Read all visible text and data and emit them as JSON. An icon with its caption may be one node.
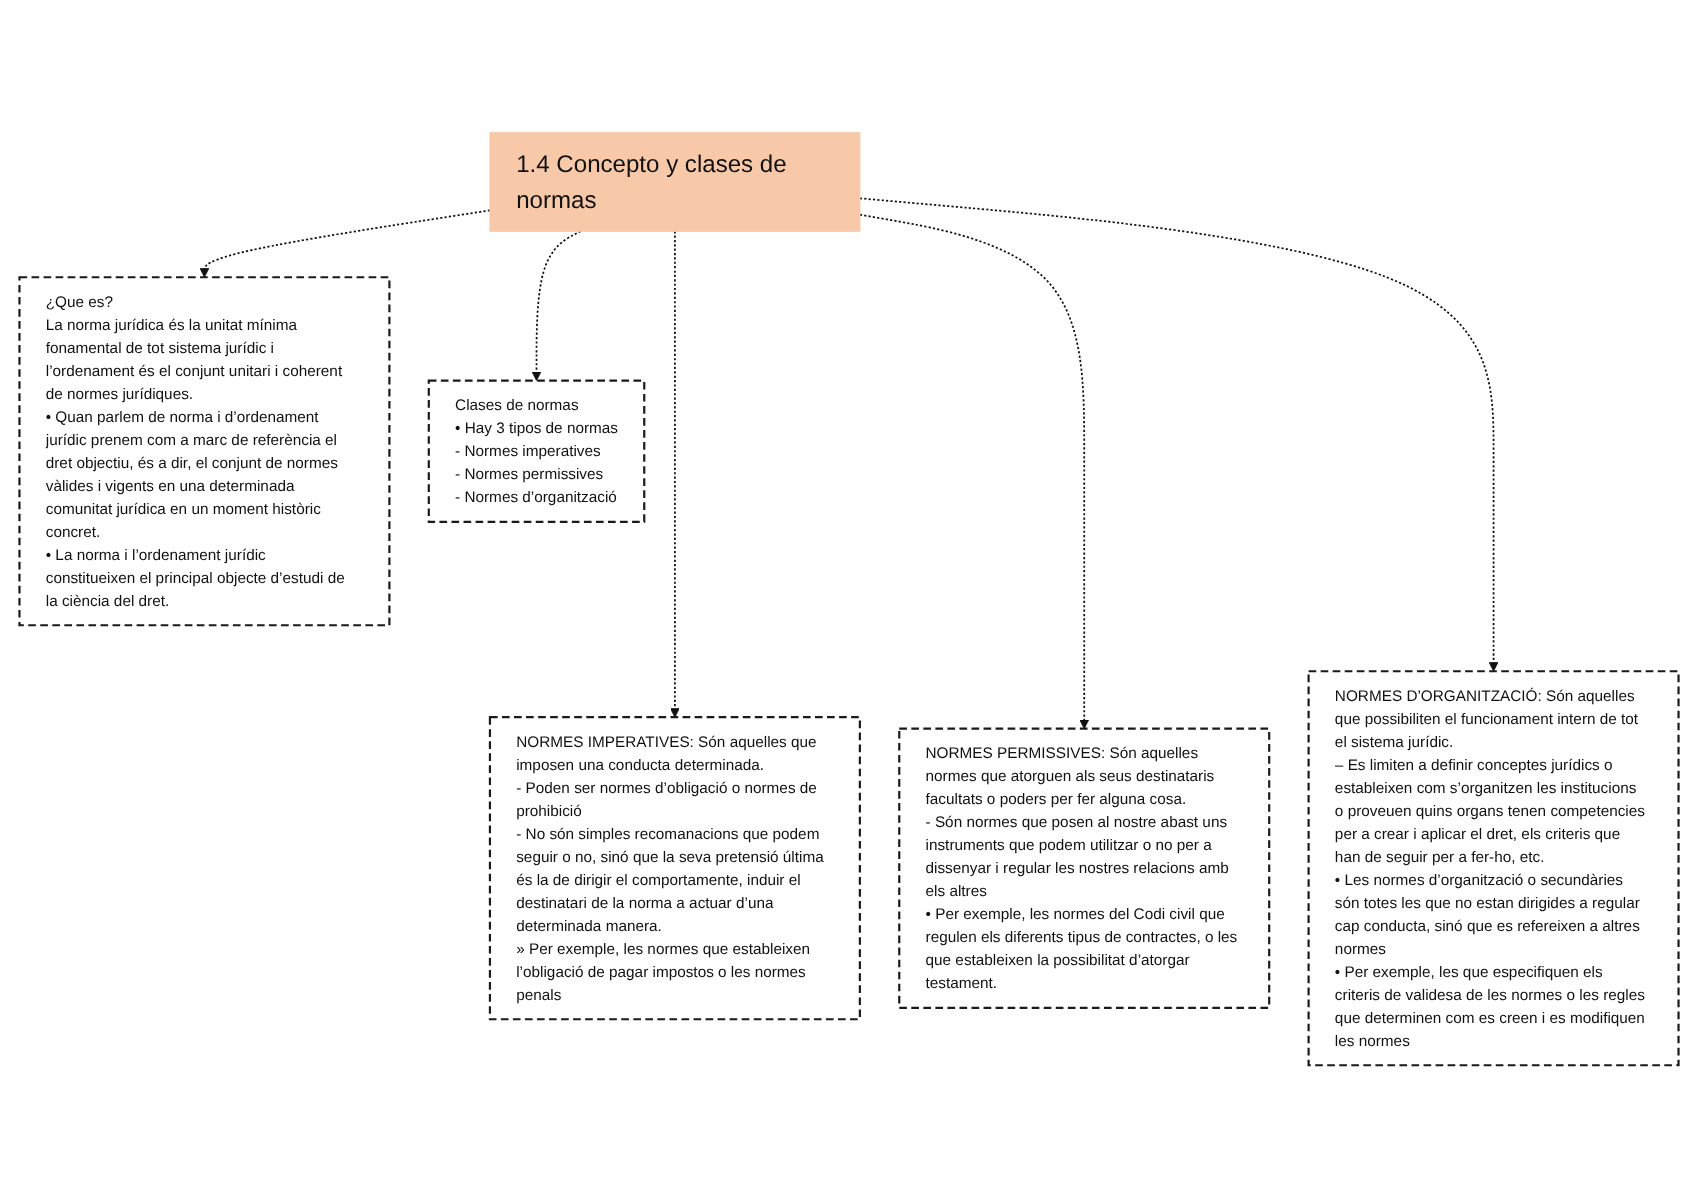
{
  "diagram": {
    "nodes": [
      {
        "text": [
          "¿Que es?",
          "La norma jurídica és la unitat mínima fonamental de tot sistema jurídic i l’ordenament és el conjunt unitari i coherent de normes jurídiques.",
          "• Quan parlem de norma i d’ordenament jurídic prenem com a marc de referència el dret objectiu, és a dir, el conjunt de normes vàlides i vigents en una determinada comunitat jurídica en un moment històric concret.",
          "• La norma i l’ordenament jurídic constitueixen el principal objecte d’estudi de la ciència del dret."
        ]
      },
      {
        "text": [
          "Clases de normas",
          "• Hay 3 tipos de normas",
          "- Normes imperatives",
          "- Normes permissives",
          "- Normes d’organització"
        ]
      },
      {
        "text": [
          "1.4 Concepto y clases de normas"
        ]
      },
      {
        "text": [
          "NORMES IMPERATIVES: Són aquelles que imposen una conducta determinada.",
          "- Poden ser normes d’obligació o normes de prohibició",
          "- No són simples recomanacions que podem seguir o no, sinó que la seva pretensió última és la de dirigir el comportamente, induir el destinatari de la norma a actuar d’una determinada manera.",
          "» Per exemple, les normes que estableixen l’obligació de pagar impostos o les normes penals"
        ]
      },
      {
        "text": [
          "NORMES PERMISSIVES: Són aquelles normes que atorguen als seus destinataris facultats o poders per fer alguna cosa.",
          "- Són normes que posen al nostre abast uns instruments que podem utilitzar o no per a dissenyar i regular les nostres relacions amb els altres",
          "• Per exemple, les normes del Codi civil que regulen els diferents tipus de contractes, o les que estableixen la possibilitat d’atorgar testament."
        ]
      },
      {
        "text": [
          "NORMES D’ORGANITZACIÓ: Són aquelles que possibiliten el funcionament intern de tot el sistema jurídic.",
          "– Es limiten a definir conceptes jurídics o estableixen com s’organitzen les institucions o proveuen quins organs tenen competencies per a crear i aplicar el dret, els criteris que han de seguir per a fer-ho, etc.",
          "• Les normes d’organització o secundàries són totes les que no estan dirigides a regular cap conducta, sinó que es refereixen a altres normes",
          "• Per exemple, les que especifiquen els criteris de validesa de les normes o les regles que determinen com es creen i es modifiquen les normes"
        ]
      }
    ],
    "edges": [
      {
        "from": 2,
        "to": 0,
        "arrow": "to",
        "style": "dashed"
      },
      {
        "from": 2,
        "to": 1,
        "arrow": "to",
        "style": "dashed"
      },
      {
        "from": 2,
        "to": 3,
        "arrow": "to",
        "style": "dashed"
      },
      {
        "from": 2,
        "to": 4,
        "arrow": "to",
        "style": "dashed"
      },
      {
        "from": 2,
        "to": 5,
        "arrow": "to",
        "style": "dashed"
      }
    ]
  }
}
